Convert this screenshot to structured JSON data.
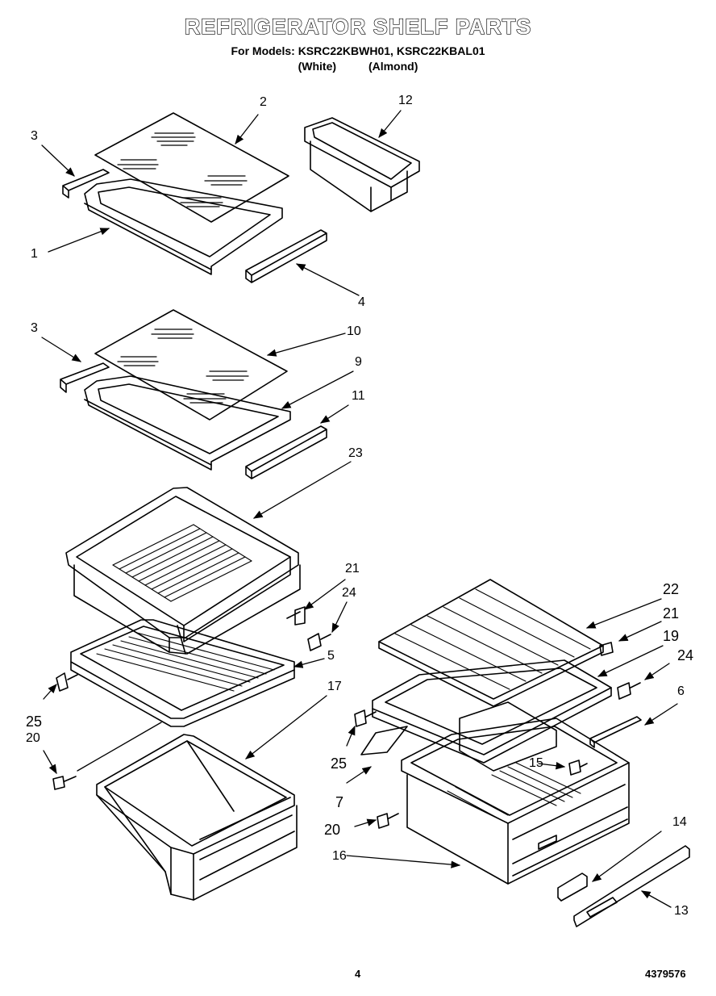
{
  "header": {
    "title": "REFRIGERATOR SHELF PARTS",
    "models_line": "For Models: KSRC22KBWH01, KSRC22KBAL01",
    "variant_white": "(White)",
    "variant_almond": "(Almond)"
  },
  "callouts": [
    {
      "id": "c2a",
      "text": "2"
    },
    {
      "id": "c12",
      "text": "12"
    },
    {
      "id": "c3a",
      "text": "3"
    },
    {
      "id": "c1",
      "text": "1"
    },
    {
      "id": "c4",
      "text": "4"
    },
    {
      "id": "c3b",
      "text": "3"
    },
    {
      "id": "c10",
      "text": "10"
    },
    {
      "id": "c9",
      "text": "9"
    },
    {
      "id": "c11",
      "text": "11"
    },
    {
      "id": "c23",
      "text": "23"
    },
    {
      "id": "c21a",
      "text": "21"
    },
    {
      "id": "c24a",
      "text": "24"
    },
    {
      "id": "c5",
      "text": "5"
    },
    {
      "id": "c25a",
      "text": "25"
    },
    {
      "id": "c17",
      "text": "17"
    },
    {
      "id": "c20a",
      "text": "20"
    },
    {
      "id": "c22",
      "text": "22"
    },
    {
      "id": "c21b",
      "text": "21"
    },
    {
      "id": "c19",
      "text": "19"
    },
    {
      "id": "c24b",
      "text": "24"
    },
    {
      "id": "c6",
      "text": "6"
    },
    {
      "id": "c25b",
      "text": "25"
    },
    {
      "id": "c15",
      "text": "15"
    },
    {
      "id": "c7",
      "text": "7"
    },
    {
      "id": "c20b",
      "text": "20"
    },
    {
      "id": "c16",
      "text": "16"
    },
    {
      "id": "c14",
      "text": "14"
    },
    {
      "id": "c13",
      "text": "13"
    }
  ],
  "footer": {
    "page_number": "4",
    "part_number": "4379576"
  }
}
